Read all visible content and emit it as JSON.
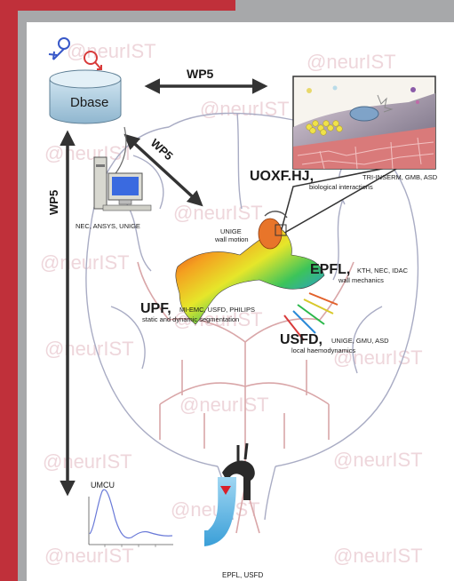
{
  "watermark": "@neurIST",
  "dbase_label": "Dbase",
  "wp5_label": "WP5",
  "workstation_caption": "NEC, ANSYS, UNIGE",
  "uoxf": {
    "name": "UOXF.HJ,",
    "partners": "TRI-INSERM, GMB, ASD",
    "task": "biological interactions"
  },
  "unige": {
    "name": "UNIGE",
    "task": "wall motion"
  },
  "epfl_wall": {
    "name": "EPFL,",
    "partners": "KTH, NEC, IDAC",
    "task": "wall mechanics"
  },
  "upf": {
    "name": "UPF,",
    "partners": "MI-EMC, USFD, PHILIPS",
    "task": "static and dynamic segmentation"
  },
  "usfd": {
    "name": "USFD,",
    "partners": "UNIGE, GMU, ASD",
    "task": "local haemodynamics"
  },
  "umcu_label": "UMCU",
  "bottom_caption": "EPFL, USFD"
}
